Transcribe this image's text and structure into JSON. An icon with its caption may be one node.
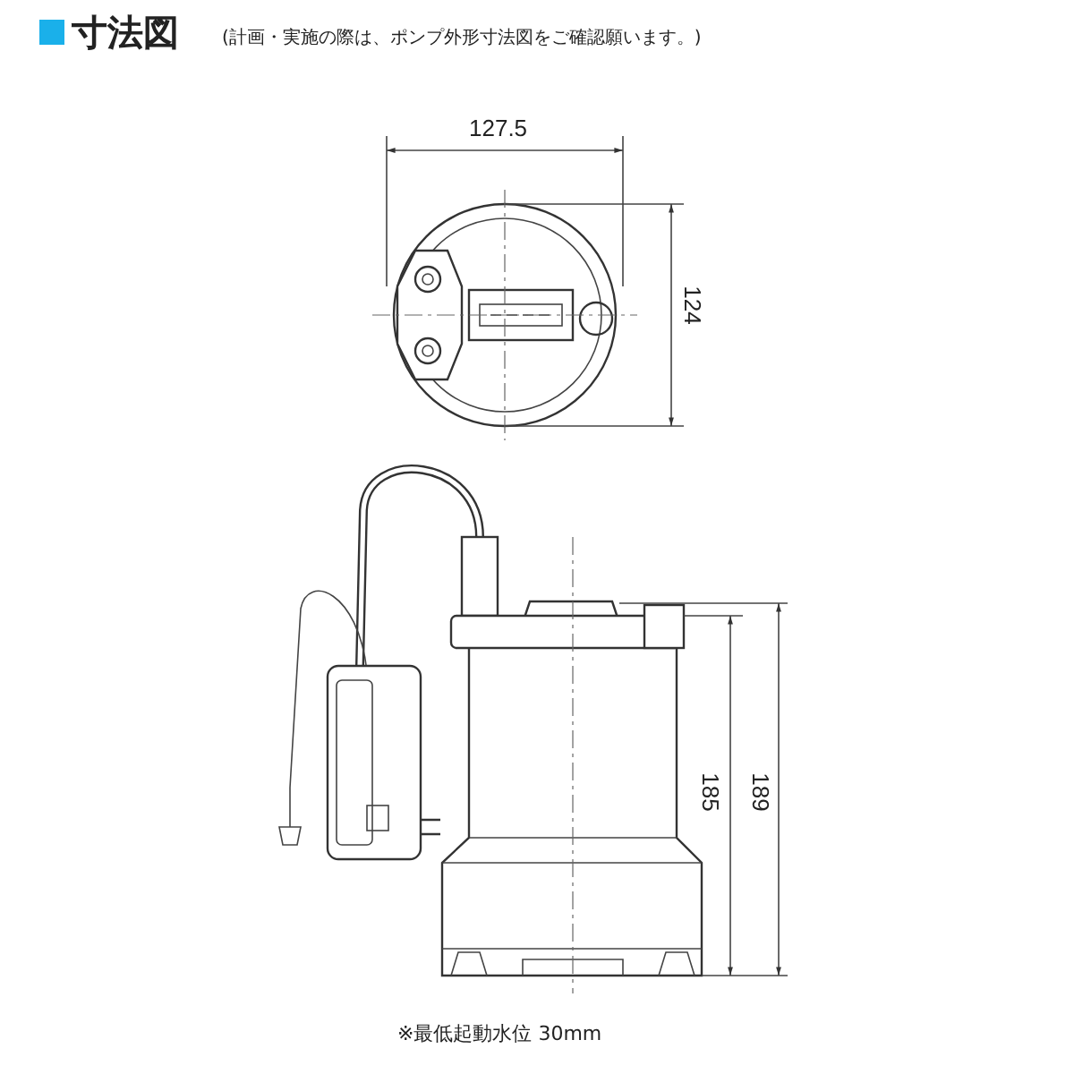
{
  "diagram": {
    "title": "寸法図",
    "labels": [
      "(計画・実施の際は、ポンプ外形寸法図をご確認願います。)",
      "127.5",
      "124",
      "185",
      "189"
    ],
    "caption": "※最低起動水位 30mm"
  }
}
